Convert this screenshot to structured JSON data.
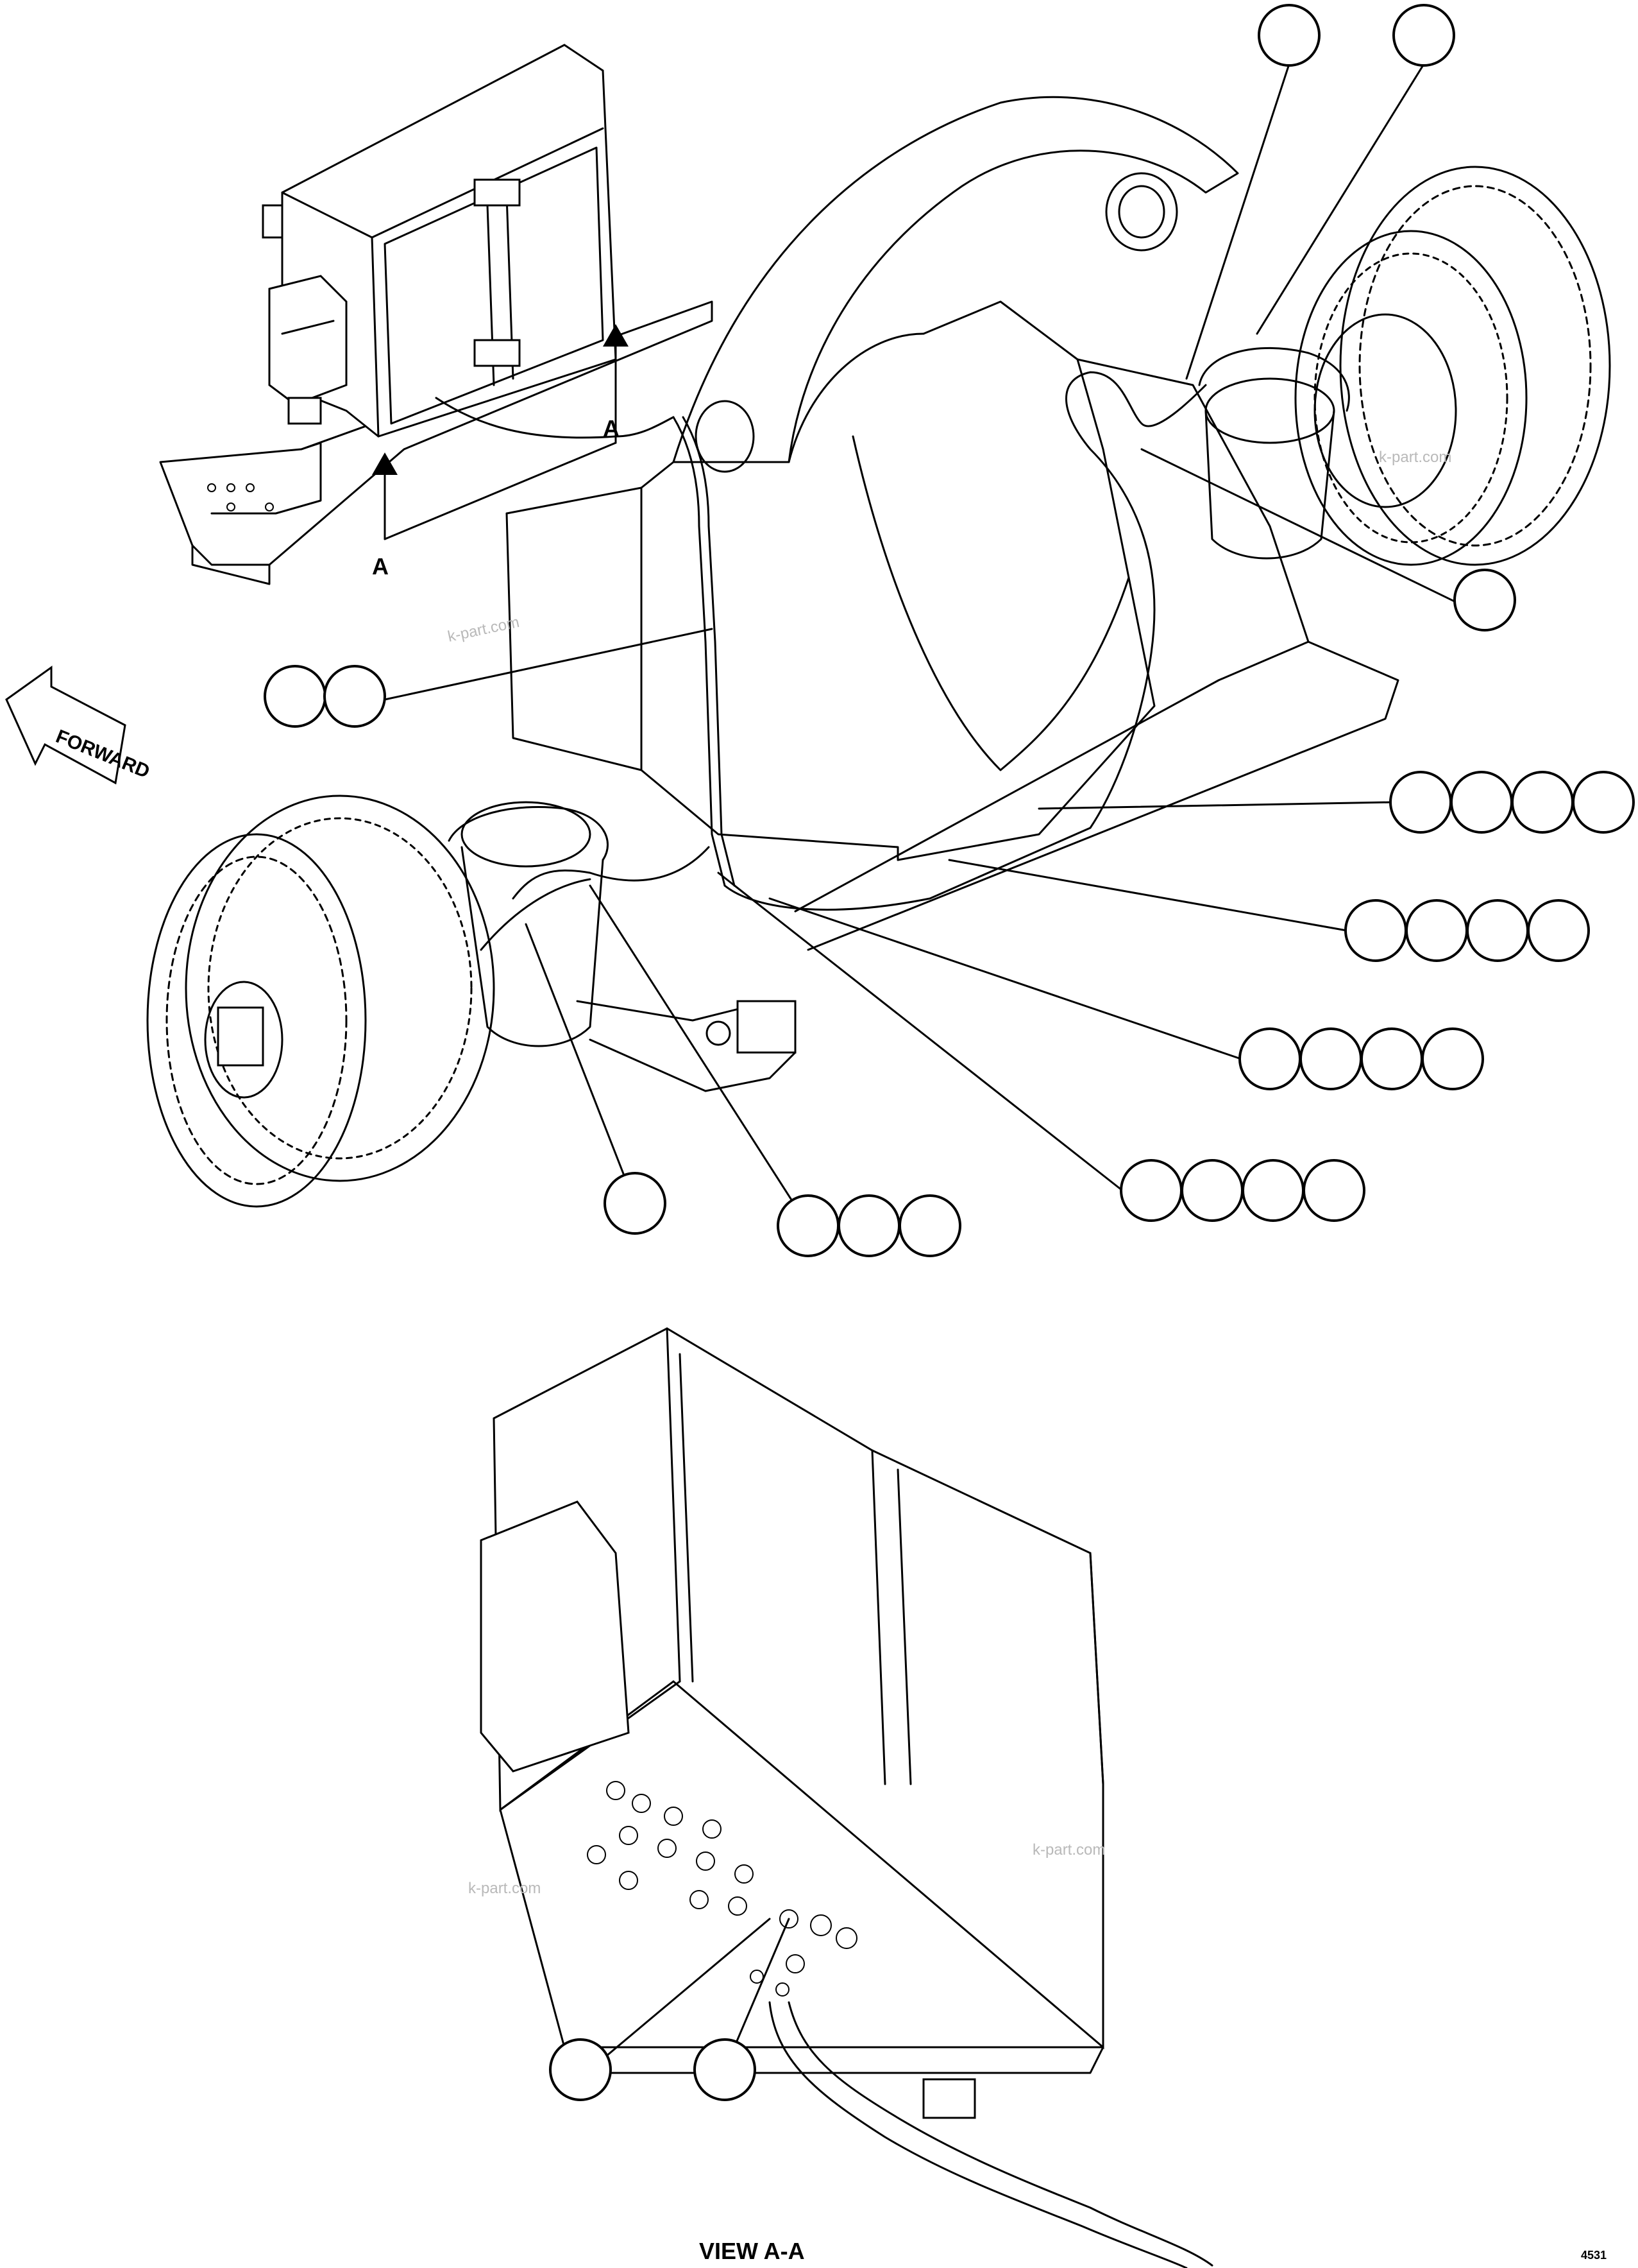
{
  "forward_arrow": {
    "label": "FORWARD"
  },
  "view_marks": {
    "letter": "A"
  },
  "view_caption": "VIEW A-A",
  "watermark": "k-part.com",
  "corner_code": "4531",
  "callouts": {
    "upper_right": 2,
    "right_single": 1,
    "mid_left_pair": 2,
    "right_row_1": 4,
    "right_row_2": 4,
    "right_row_3": 4,
    "right_row_4": 4,
    "bottom_single": 1,
    "bottom_triple": 3,
    "view_pair": 2
  }
}
